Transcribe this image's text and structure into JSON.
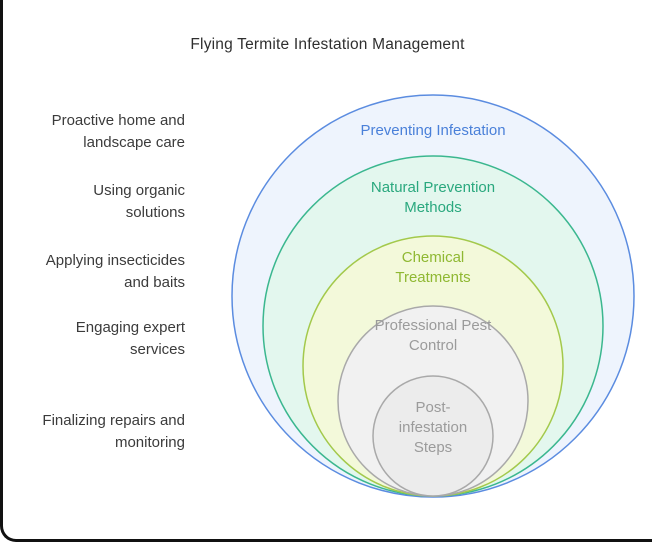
{
  "title": "Flying Termite Infestation Management",
  "diagram": {
    "type": "nested-circles",
    "rings": [
      {
        "label": "Preventing Infestation",
        "side_label": "Proactive home and landscape care",
        "stroke_color": "#5b8ce0",
        "fill_color": "#eef4fd",
        "label_color": "#4a80d9"
      },
      {
        "label": "Natural Prevention Methods",
        "side_label": "Using organic solutions",
        "stroke_color": "#3bb78f",
        "fill_color": "#e3f7ee",
        "label_color": "#2aa87e"
      },
      {
        "label": "Chemical Treatments",
        "side_label": "Applying insecticides and baits",
        "stroke_color": "#a3c94b",
        "fill_color": "#f3f9da",
        "label_color": "#8fb832"
      },
      {
        "label": "Professional Pest Control",
        "side_label": "Engaging expert services",
        "stroke_color": "#a9a9a9",
        "fill_color": "#f1f1f1",
        "label_color": "#9b9b9b"
      },
      {
        "label": "Post-infestation Steps",
        "side_label": "Finalizing repairs and monitoring",
        "stroke_color": "#a9a9a9",
        "fill_color": "#ececec",
        "label_color": "#9b9b9b"
      }
    ]
  }
}
